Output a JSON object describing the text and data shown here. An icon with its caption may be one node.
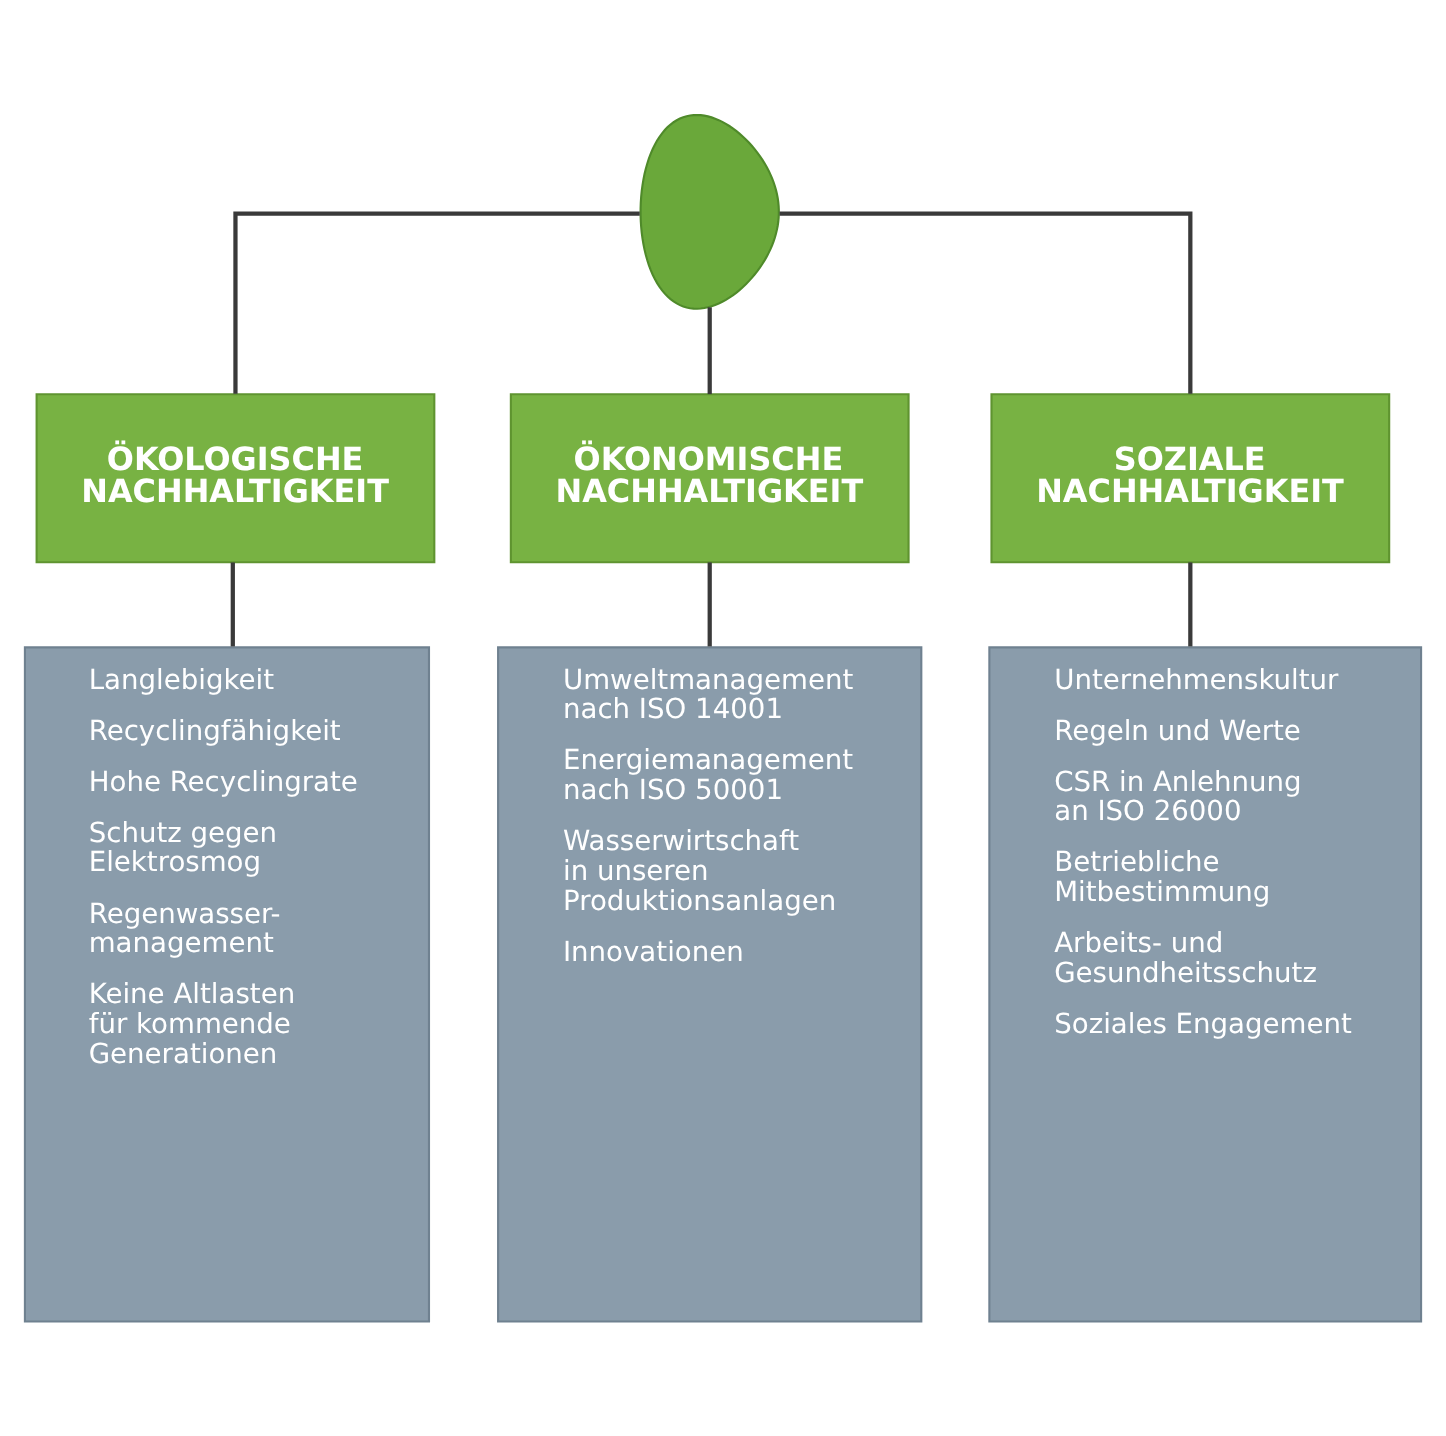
{
  "diagram": {
    "nodes": [
      {
        "text": [],
        "shape": "picture"
      },
      {
        "text": [
          "ÖKOLOGISCHE NACHHALTIGKEIT"
        ]
      },
      {
        "text": [
          "ÖKONOMISCHE NACHHALTIGKEIT"
        ]
      },
      {
        "text": [
          "SOZIALE NACHHALTIGKEIT"
        ]
      },
      {
        "text": [
          "Langlebigkeit",
          "Recyclingfähigkeit",
          "Hohe Recyclingrate",
          "Schutz gegen Elektrosmog",
          "Regenwasser-management",
          "Keine Altlasten für kommende Generationen"
        ]
      },
      {
        "text": [
          "Umweltmanagement nach ISO 14001",
          "Energiemanagement nach ISO 50001",
          "Wasserwirtschaft in unseren Produktionsanlagen",
          "Innovationen"
        ]
      },
      {
        "text": [
          "Unternehmenskultur",
          "Regeln und Werte",
          "CSR in Anlehnung an ISO 26000",
          "Betriebliche Mitbestimmung",
          "Arbeits- und Gesundheitsschutz",
          "Soziales Engagement"
        ]
      }
    ],
    "edges": [
      {
        "from": 0,
        "to": 1,
        "arrow": "none"
      },
      {
        "from": 0,
        "to": 2,
        "arrow": "none"
      },
      {
        "from": 0,
        "to": 3,
        "arrow": "none"
      },
      {
        "from": 1,
        "to": 4,
        "arrow": "none"
      },
      {
        "from": 2,
        "to": 5,
        "arrow": "none"
      },
      {
        "from": 3,
        "to": 6,
        "arrow": "none"
      }
    ]
  }
}
